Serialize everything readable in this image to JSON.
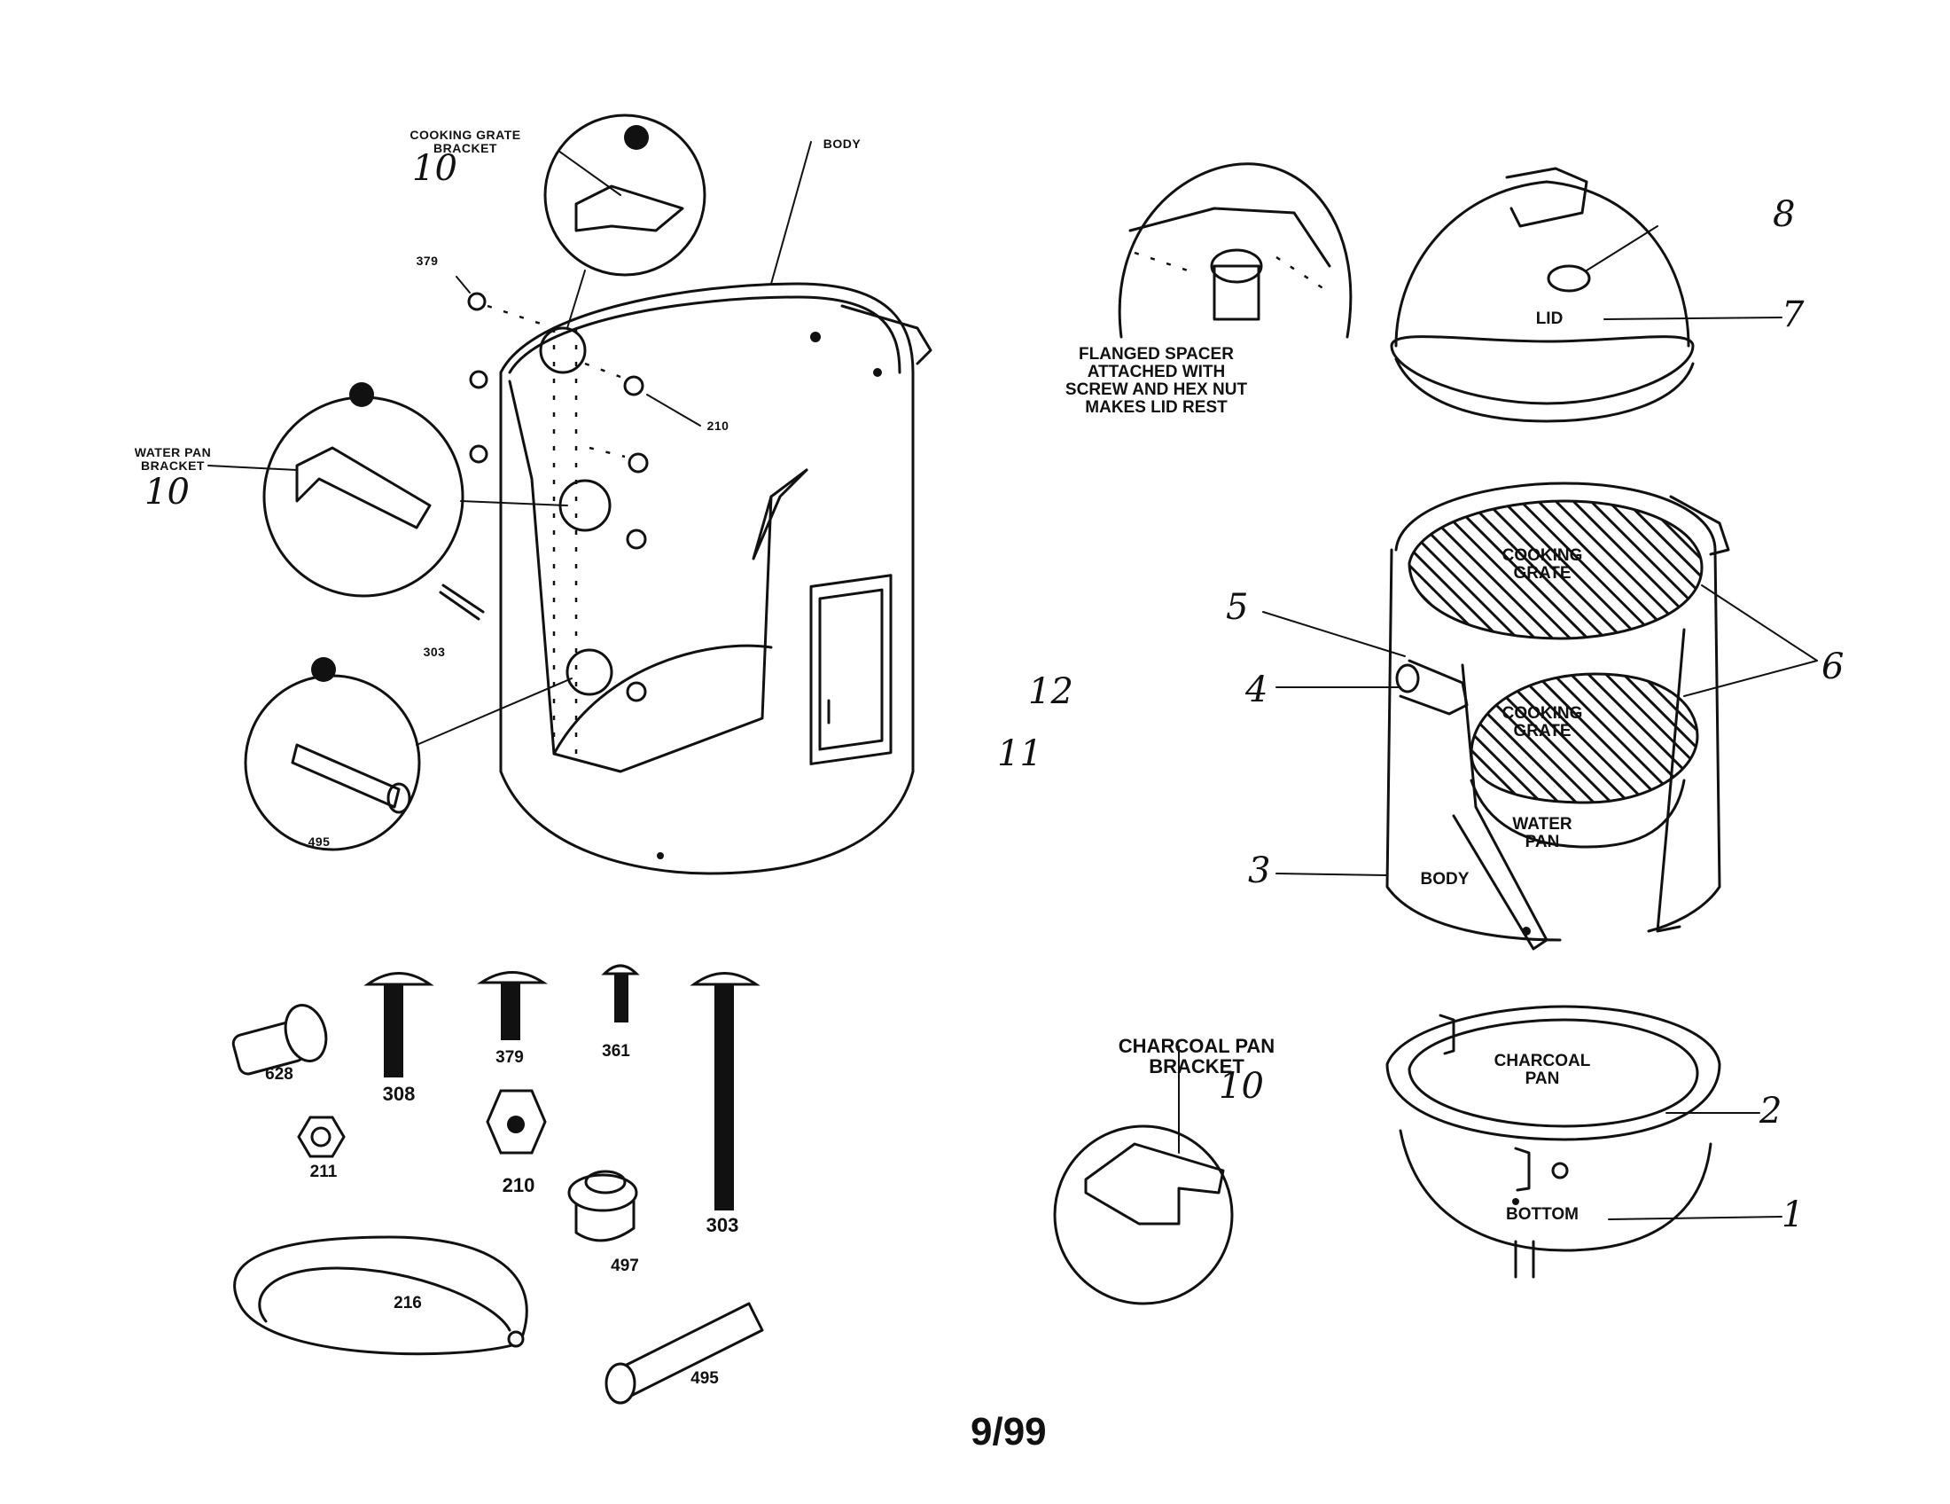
{
  "labels": {
    "cooking_grate_bracket": "COOKING GRATE\nBRACKET",
    "body_top": "BODY",
    "water_pan_bracket": "WATER PAN\nBRACKET",
    "flanged_spacer": "FLANGED SPACER\nATTACHED WITH\nSCREW AND HEX NUT\nMAKES LID REST",
    "lid": "LID",
    "cooking_grate_upper": "COOKING\nGRATE",
    "cooking_grate_lower": "COOKING\nGRATE",
    "water_pan": "WATER\nPAN",
    "body_right": "BODY",
    "charcoal_pan_bracket": "CHARCOAL PAN BRACKET",
    "charcoal_pan": "CHARCOAL\nPAN",
    "bottom": "BOTTOM",
    "page_code": "9/99"
  },
  "part_numbers": {
    "p379_small": "379",
    "p210_small": "210",
    "p303_small": "303",
    "p495_small": "495",
    "p628": "628",
    "p308": "308",
    "p379": "379",
    "p361": "361",
    "p303": "303",
    "p211": "211",
    "p210": "210",
    "p497": "497",
    "p216": "216",
    "p495": "495"
  },
  "handwritten": {
    "h10_grate": "10",
    "h10_water": "10",
    "h10_charcoal": "10",
    "h12": "12",
    "h11": "11",
    "h8": "8",
    "h7": "7",
    "h5": "5",
    "h4": "4",
    "h6": "6",
    "h3": "3",
    "h2": "2",
    "h1": "1"
  }
}
